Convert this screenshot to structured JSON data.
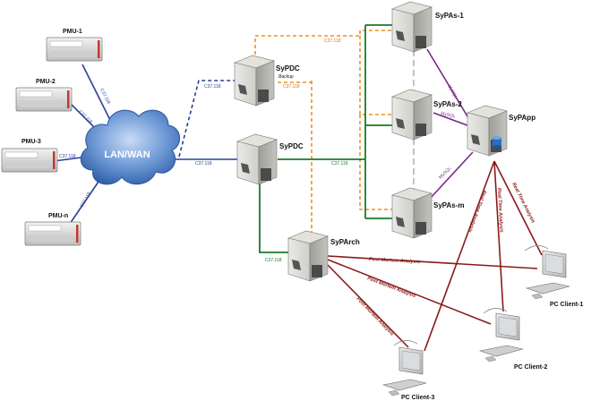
{
  "network": {
    "label": "LAN/WAN"
  },
  "pmus": [
    {
      "name": "PMU-1"
    },
    {
      "name": "PMU-2"
    },
    {
      "name": "PMU-3"
    },
    {
      "name": "PMU-n"
    }
  ],
  "servers": {
    "sypdc": "SyPDC",
    "sypdc_backup": "SyPDC",
    "backup_note": "Backup",
    "sypas1": "SyPAs-1",
    "sypas2": "SyPAs-2",
    "sypasm": "SyPAs-m",
    "sypapp": "SyPApp",
    "syparch": "SyPArch"
  },
  "clients": {
    "c1": "PC Client-1",
    "c2": "PC Client-2",
    "c3": "PC Client-3"
  },
  "link_labels": {
    "c37": "C37.118",
    "mysql": "MySQL",
    "post_mortem": "Post Mortem Analysis",
    "real_time": "Real Time Analysis"
  },
  "colors": {
    "pmu_link": "#2a3f9a",
    "backup_link": "#f0901e",
    "green_link": "#1a7a2a",
    "mysql_link": "#7a2a8a",
    "analysis_link": "#8a1a1a",
    "cloud": "#3f6fb6"
  }
}
